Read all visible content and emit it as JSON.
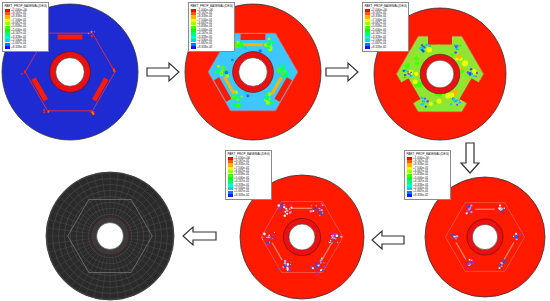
{
  "diagram": {
    "labels": [
      "PART_PROP_BASEMAL(DEG)",
      "PART_PROP_BASEMAL(DEG)",
      "PART_PROP_BASEMAL(DEG)",
      "PART_PROP_BASEMAL(DEG)",
      "PART_PROP_BASEMAL(DEG)"
    ],
    "legend": [
      {
        "text": "+1.000e+00",
        "color": "#ff0000"
      },
      {
        "text": "+9.167e-01",
        "color": "#ff5a00"
      },
      {
        "text": "+8.333e-01",
        "color": "#ffb400"
      },
      {
        "text": "+7.500e-01",
        "color": "#f0ff00"
      },
      {
        "text": "+6.667e-01",
        "color": "#a0ff00"
      },
      {
        "text": "+5.833e-01",
        "color": "#46ff00"
      },
      {
        "text": "+5.000e-01",
        "color": "#00ff1e"
      },
      {
        "text": "+4.167e-01",
        "color": "#00ff78"
      },
      {
        "text": "+3.333e-01",
        "color": "#00ffd2"
      },
      {
        "text": "+2.500e-01",
        "color": "#00d2ff"
      },
      {
        "text": "+1.667e-01",
        "color": "#0078ff"
      },
      {
        "text": "+8.333e-02",
        "color": "#001eff"
      },
      {
        "text": "+1.000e+00",
        "color": "#ff0000"
      },
      {
        "text": "+9.167e-01",
        "color": "#ff5a00"
      },
      {
        "text": "+8.333e-01",
        "color": "#ffb400"
      },
      {
        "text": "+7.500e-01",
        "color": "#f0ff00"
      },
      {
        "text": "+6.667e-01",
        "color": "#a0ff00"
      },
      {
        "text": "+5.833e-01",
        "color": "#46ff00"
      },
      {
        "text": "+5.000e-01",
        "color": "#00ff1e"
      },
      {
        "text": "+4.167e-01",
        "color": "#00ff78"
      },
      {
        "text": "+3.333e-01",
        "color": "#00ffd2"
      },
      {
        "text": "+2.500e-01",
        "color": "#00d2ff"
      },
      {
        "text": "+1.667e-01",
        "color": "#0078ff"
      },
      {
        "text": "+8.333e-02",
        "color": "#001eff"
      },
      {
        "text": "+1.000e+00",
        "color": "#ff0000"
      },
      {
        "text": "+9.167e-01",
        "color": "#ff5a00"
      },
      {
        "text": "+8.333e-01",
        "color": "#ffb400"
      },
      {
        "text": "+7.500e-01",
        "color": "#f0ff00"
      },
      {
        "text": "+6.667e-01",
        "color": "#a0ff00"
      },
      {
        "text": "+5.833e-01",
        "color": "#46ff00"
      },
      {
        "text": "+5.000e-01",
        "color": "#00ff1e"
      },
      {
        "text": "+4.167e-01",
        "color": "#00ff78"
      },
      {
        "text": "+3.333e-01",
        "color": "#00ffd2"
      },
      {
        "text": "+2.500e-01",
        "color": "#00d2ff"
      },
      {
        "text": "+1.667e-01",
        "color": "#0078ff"
      },
      {
        "text": "+8.333e-02",
        "color": "#001eff"
      },
      {
        "text": "+1.000e+00",
        "color": "#ff0000"
      },
      {
        "text": "+9.167e-01",
        "color": "#ff5a00"
      },
      {
        "text": "+8.333e-01",
        "color": "#ffb400"
      },
      {
        "text": "+7.500e-01",
        "color": "#f0ff00"
      },
      {
        "text": "+6.667e-01",
        "color": "#a0ff00"
      },
      {
        "text": "+5.833e-01",
        "color": "#46ff00"
      },
      {
        "text": "+5.000e-01",
        "color": "#00ff1e"
      },
      {
        "text": "+4.167e-01",
        "color": "#00ff78"
      },
      {
        "text": "+3.333e-01",
        "color": "#00ffd2"
      },
      {
        "text": "+2.500e-01",
        "color": "#00d2ff"
      },
      {
        "text": "+1.667e-01",
        "color": "#0078ff"
      },
      {
        "text": "+8.333e-02",
        "color": "#001eff"
      },
      {
        "text": "+1.000e+00",
        "color": "#ff0000"
      },
      {
        "text": "+9.167e-01",
        "color": "#ff5a00"
      },
      {
        "text": "+8.333e-01",
        "color": "#ffb400"
      },
      {
        "text": "+7.500e-01",
        "color": "#f0ff00"
      },
      {
        "text": "+6.667e-01",
        "color": "#a0ff00"
      },
      {
        "text": "+5.833e-01",
        "color": "#46ff00"
      },
      {
        "text": "+5.000e-01",
        "color": "#00ff1e"
      },
      {
        "text": "+4.167e-01",
        "color": "#00ff78"
      },
      {
        "text": "+3.333e-01",
        "color": "#00ffd2"
      },
      {
        "text": "+2.500e-01",
        "color": "#00d2ff"
      },
      {
        "text": "+1.667e-01",
        "color": "#0078ff"
      },
      {
        "text": "+8.333e-02",
        "color": "#001eff"
      }
    ]
  }
}
